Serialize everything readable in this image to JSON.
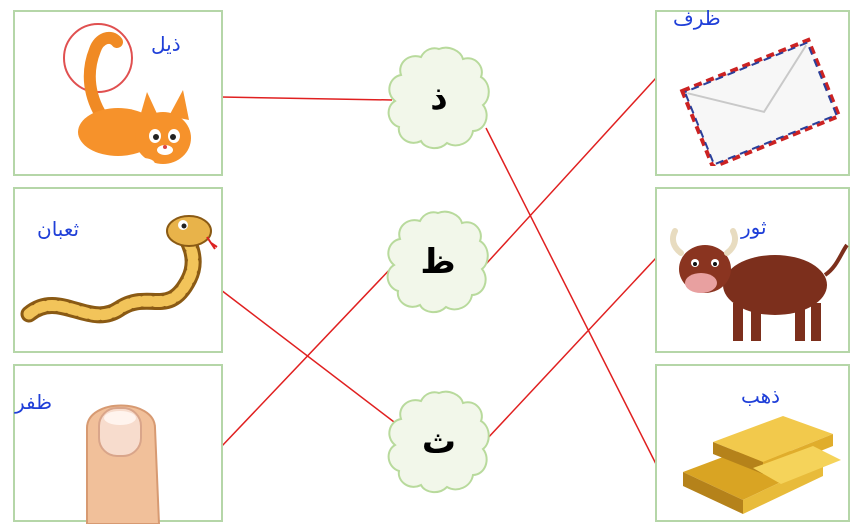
{
  "left_cards": [
    {
      "word": "ذيل",
      "picture": "cat-icon"
    },
    {
      "word": "ثعبان",
      "picture": "snake-icon"
    },
    {
      "word": "ظفر",
      "picture": "finger-icon"
    }
  ],
  "letters": [
    "ذ",
    "ظ",
    "ث"
  ],
  "right_cards": [
    {
      "word": "ظرف",
      "picture": "envelope-icon"
    },
    {
      "word": "ثور",
      "picture": "bull-icon"
    },
    {
      "word": "ذهب",
      "picture": "gold-bars-icon"
    }
  ],
  "colors": {
    "card_border": "#b5d6a8",
    "bubble_fill": "#f2f7ea",
    "bubble_stroke": "#b8da9c",
    "line": "#e02020",
    "word": "#1f3fd8"
  }
}
